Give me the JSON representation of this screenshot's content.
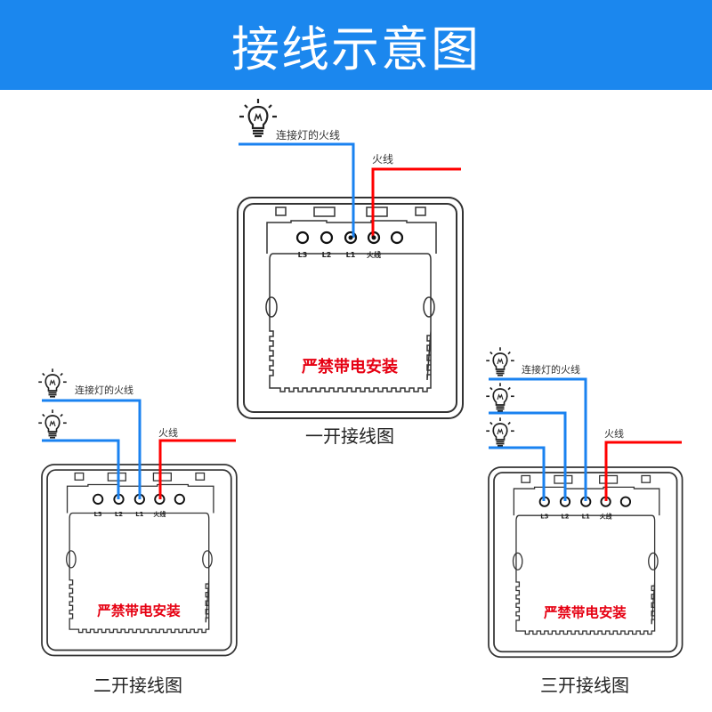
{
  "header": {
    "title": "接线示意图"
  },
  "colors": {
    "header": "#1b87ee",
    "lamp_wire": "#1a82f0",
    "live_wire": "#ff0000",
    "warning": "#e60012"
  },
  "terminal_labels": [
    "L3",
    "L2",
    "L1",
    "火线"
  ],
  "warning_text": "严禁带电安装",
  "lamp_wire_label": "连接灯的火线",
  "live_wire_label": "火线",
  "icons": {
    "bulb": "light-bulb-icon"
  },
  "diagrams": [
    {
      "caption": "一开接线图",
      "gangs": 1
    },
    {
      "caption": "二开接线图",
      "gangs": 2
    },
    {
      "caption": "三开接线图",
      "gangs": 3
    }
  ]
}
